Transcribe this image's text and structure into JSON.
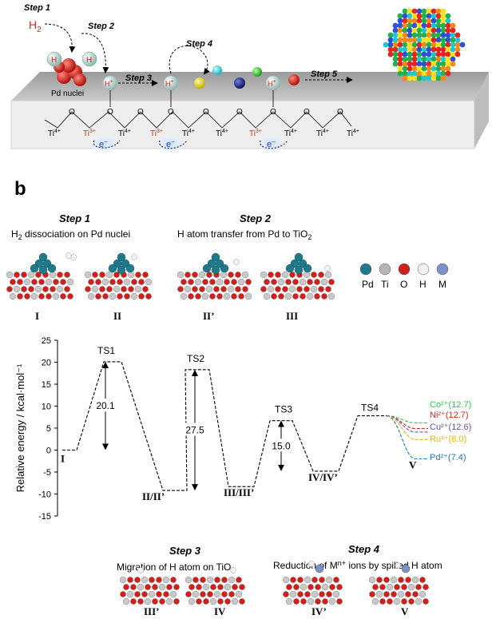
{
  "panel_a": {
    "h2": "H",
    "h2_sub": "2",
    "steps": [
      "Step 1",
      "Step 2",
      "Step 3",
      "Step 4",
      "Step 5"
    ],
    "pd_label": "Pd nuclei",
    "h_plus": "H",
    "plus": "+",
    "ti": "Ti",
    "ti4": "4+",
    "ti3": "3+",
    "o": "O",
    "e": "e",
    "e_sup": "−"
  },
  "panel_b": {
    "label": "b",
    "step1_title": "Step 1",
    "step1_desc": "H",
    "step1_desc2": "2",
    "step1_desc3": " dissociation on Pd nuclei",
    "step2_title": "Step 2",
    "step2_desc": "H atom transfer from Pd to TiO",
    "step2_sub": "2",
    "step3_title": "Step 3",
    "step3_desc": "Migration of H atom on TiO",
    "step3_sub": "2",
    "step4_title": "Step 4",
    "step4_desc": "Reduction of M",
    "step4_sup": "n+",
    "step4_desc2": " ions by spilled H atom",
    "struct_labels": [
      "I",
      "II",
      "II’",
      "III",
      "III’",
      "IV",
      "IV’",
      "V"
    ],
    "legend": [
      {
        "label": "Pd",
        "color": "#1f7a8c"
      },
      {
        "label": "Ti",
        "color": "#b5b5b5"
      },
      {
        "label": "O",
        "color": "#d0201b"
      },
      {
        "label": "H",
        "color": "#f2f2f2"
      },
      {
        "label": "M",
        "color": "#7f8fc8"
      }
    ]
  },
  "chart_data": {
    "type": "line",
    "ylabel": "Relative energy / kcal·mol⁻¹",
    "ylim": [
      -15,
      25
    ],
    "yticks": [
      "25",
      "20",
      "15",
      "10",
      "5",
      "0",
      "-5",
      "-10",
      "-15"
    ],
    "states": [
      {
        "label": "I",
        "energy": 0
      },
      {
        "label": "TS1",
        "energy": 20.1
      },
      {
        "label": "II/II’",
        "energy": -9.2
      },
      {
        "label": "TS2",
        "energy": 18.3
      },
      {
        "label": "III/III’",
        "energy": -8.3
      },
      {
        "label": "TS3",
        "energy": 6.7
      },
      {
        "label": "IV/IV’",
        "energy": -4.8
      },
      {
        "label": "TS4",
        "energy": 7.8
      },
      {
        "label": "V",
        "energy": -2.0
      }
    ],
    "barriers": [
      "20.1",
      "27.5",
      "15.0"
    ],
    "series": [
      {
        "name": "Co²⁺(12.7)",
        "color": "#2ecc40",
        "end": 6.2
      },
      {
        "name": "Ni²⁺(12.7)",
        "color": "#d62728",
        "end": 4.9
      },
      {
        "name": "Cu²⁺(12.6)",
        "color": "#6a4fb0",
        "end": 4.1
      },
      {
        "name": "Ru³⁺(8.0)",
        "color": "#e6b800",
        "end": 2.4
      },
      {
        "name": "Pd²⁺(7.4)",
        "color": "#1f77b4",
        "end": -2.0
      }
    ]
  }
}
